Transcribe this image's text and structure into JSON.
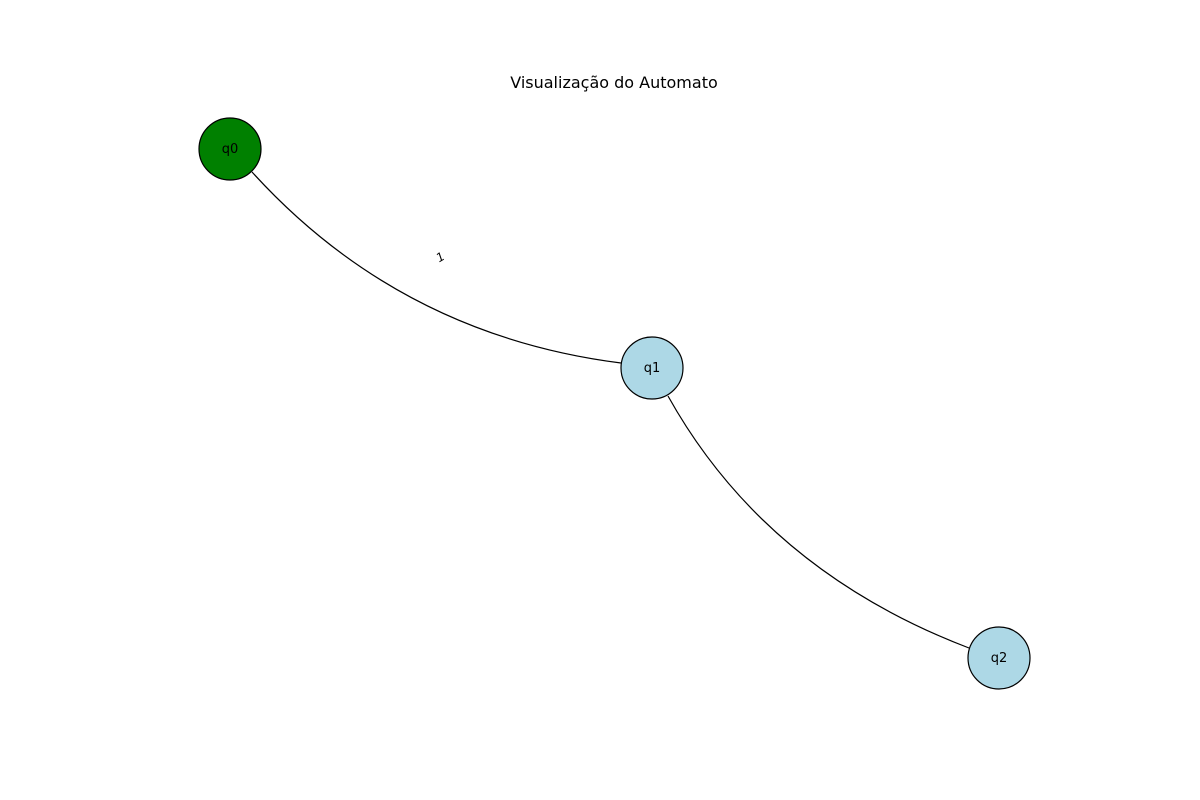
{
  "title": "Visualização do Automato",
  "colors": {
    "initial_state": "#008000",
    "state": "#add8e6",
    "stroke": "#000000"
  },
  "states": [
    {
      "id": "q0",
      "label": "q0",
      "initial": true
    },
    {
      "id": "q1",
      "label": "q1",
      "initial": false
    },
    {
      "id": "q2",
      "label": "q2",
      "initial": false
    }
  ],
  "transitions": [
    {
      "from": "q0",
      "to": "q1",
      "label": "1"
    },
    {
      "from": "q1",
      "to": "q2",
      "label": ""
    }
  ]
}
